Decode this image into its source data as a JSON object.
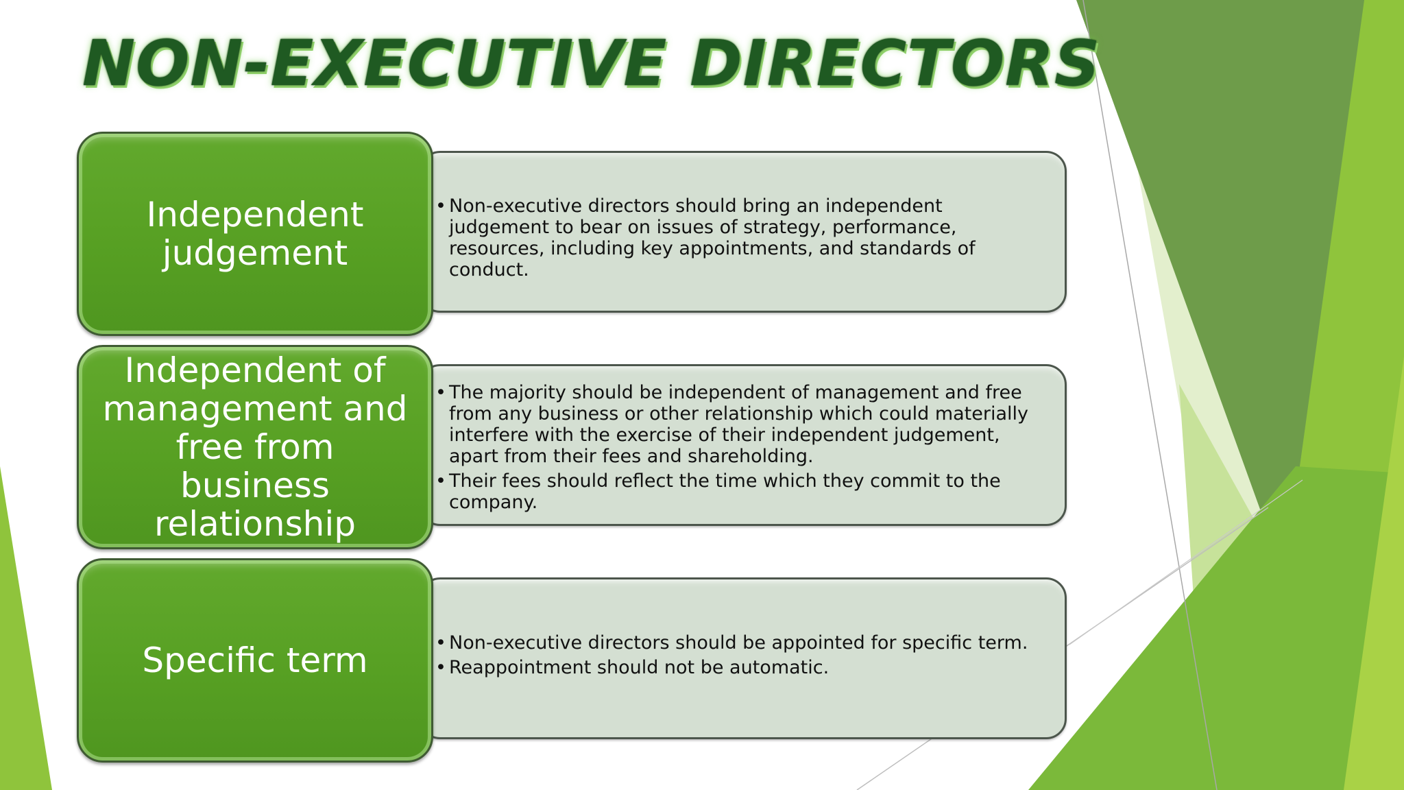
{
  "slide": {
    "title": "NON-EXECUTIVE DIRECTORS",
    "colors": {
      "accent_green": "#57a023",
      "title_green": "#1f5a22",
      "detail_fill": "#d4dfd2",
      "deco_dark": "#6e9c4a",
      "deco_mid": "#8fc43c",
      "deco_light": "#a9d246"
    },
    "rows": [
      {
        "label": "Independent judgement",
        "bullet_glyph": "•",
        "bullets": [
          "Non-executive directors should bring an independent judgement to bear on issues of strategy, performance, resources, including key appointments, and standards of conduct."
        ]
      },
      {
        "label": "Independent of management and free from business relationship",
        "bullet_glyph": "•",
        "bullets": [
          "The majority should be independent of management and free from any business or other relationship which could materially interfere with the exercise of their independent judgement, apart from their fees and shareholding.",
          "Their fees should reflect the time which they commit to the company."
        ]
      },
      {
        "label": "Specific term",
        "bullet_glyph": "•",
        "bullets": [
          "Non-executive directors should be appointed for specific term.",
          "Reappointment should not be automatic."
        ]
      }
    ]
  }
}
